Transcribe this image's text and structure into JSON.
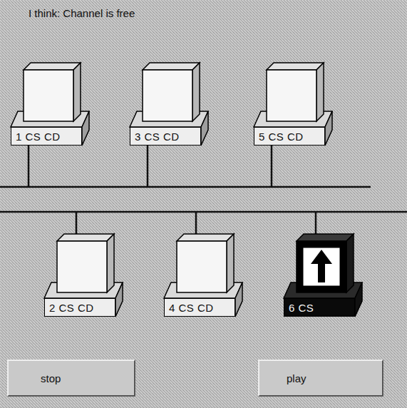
{
  "diagram": {
    "nodes": [
      {
        "text": [
          "1 CS CD"
        ]
      },
      {
        "text": [
          "3 CS CD"
        ]
      },
      {
        "text": [
          "5 CS CD"
        ]
      },
      {
        "text": [
          "2 CS CD"
        ]
      },
      {
        "text": [
          "4 CS CD"
        ]
      },
      {
        "text": [
          "6 CS"
        ]
      },
      {
        "text": [
          "stop"
        ]
      },
      {
        "text": [
          "play"
        ]
      }
    ],
    "labels": [
      "I think: Channel is free"
    ]
  }
}
